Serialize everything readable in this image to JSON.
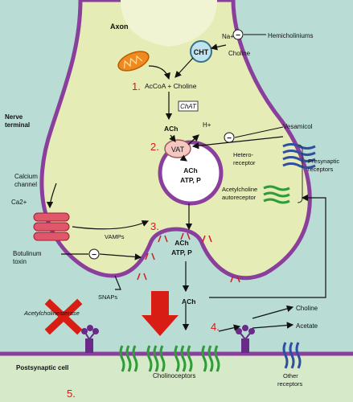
{
  "labels": {
    "axon": "Axon",
    "cht": "CHT",
    "na": "Na+",
    "hemicholiniums": "Hemicholiniums",
    "choline_top": "Choline",
    "acoa_choline": "AcCoA + Choline",
    "chat": "ChAT",
    "nerve_terminal_1": "Nerve",
    "nerve_terminal_2": "terminal",
    "ach_top": "ACh",
    "h_plus": "H+",
    "vesamicol": "Vesamicol",
    "vat": "VAT",
    "vesicle_ach": "ACh",
    "vesicle_atp": "ATP, P",
    "hetero_1": "Hetero-",
    "hetero_2": "receptor",
    "presynaptic_1": "Presynaptic",
    "presynaptic_2": "receptors",
    "calcium_1": "Calcium",
    "calcium_2": "channel",
    "ca2": "Ca2+",
    "ach_auto_1": "Acetylcholine",
    "ach_auto_2": "autoreceptor",
    "vamps": "VAMPs",
    "fusion_ach": "ACh",
    "fusion_atp": "ATP, P",
    "botulinum_1": "Botulinum",
    "botulinum_2": "toxin",
    "snaps": "SNAPs",
    "ach_cleft": "ACh",
    "acetylcholinesterase": "Acetylcholinesterase",
    "choline_bottom": "Choline",
    "acetate": "Acetate",
    "postsynaptic": "Postsynaptic cell",
    "cholinoceptors": "Cholinoceptors",
    "other_1": "Other",
    "other_2": "receptors",
    "inhibit_symbol": "−"
  },
  "annotations": {
    "step1": "1.",
    "step2": "2.",
    "step3": "3.",
    "step4": "4.",
    "step5": "5."
  },
  "colors": {
    "background": "#b9dcd4",
    "membrane": "#8a3f9c",
    "cytoplasm": "#e6ecb6",
    "cleft": "#c9e3dc",
    "postsynaptic": "#d6e9c9",
    "red_annotation": "#d21b1b",
    "big_arrow": "#d81e14",
    "cholinoceptor": "#2f9c3a",
    "vat": "#f4c7c0",
    "cht": "#bfe4ee"
  },
  "icons": {
    "x_mark": "x-mark-icon",
    "mitochondrion": "mitochondrion-icon",
    "big_arrow": "down-arrow-icon"
  }
}
